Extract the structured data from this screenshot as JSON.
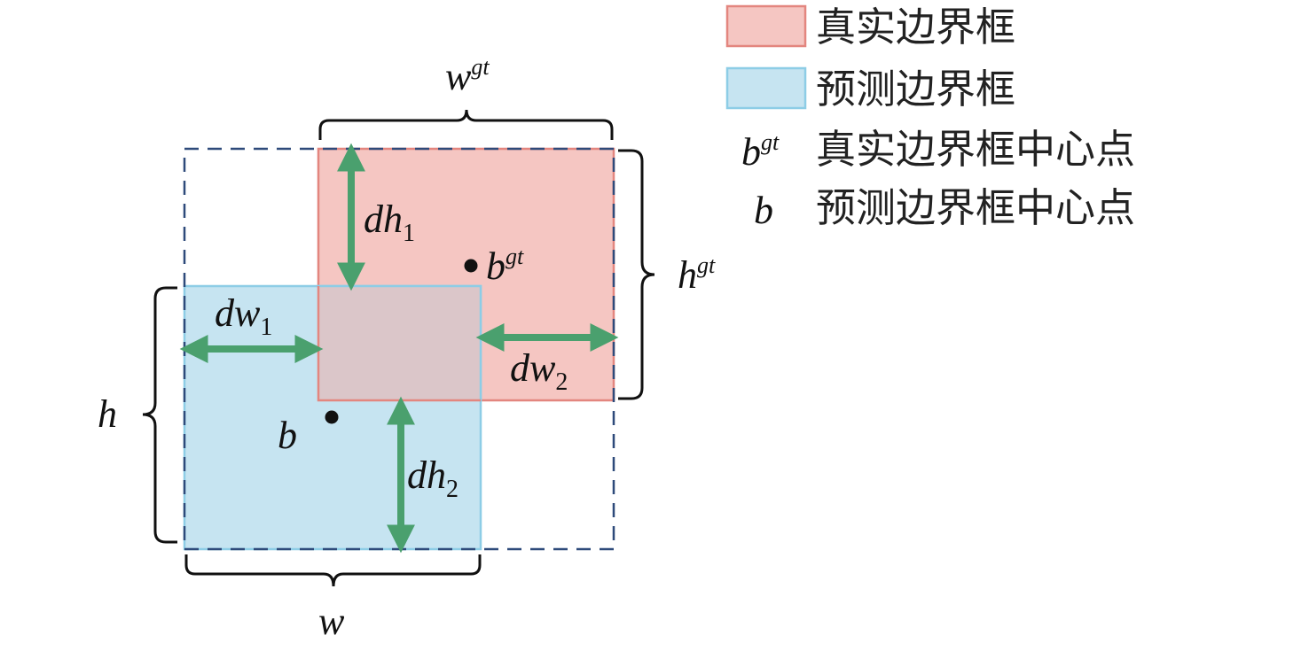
{
  "colors": {
    "ground_truth_fill": "#f5c6c2",
    "ground_truth_stroke": "#e3867f",
    "predicted_fill": "#c6e4f1",
    "predicted_stroke": "#8dcde6",
    "overlap_fill": "#dbc6c9",
    "union_dash": "#2e4a7a",
    "arrow": "#4aa06e",
    "brace": "#111111",
    "point": "#111111"
  },
  "labels": {
    "w_gt": {
      "base": "w",
      "sup": "gt"
    },
    "h_gt": {
      "base": "h",
      "sup": "gt"
    },
    "b_gt": {
      "base": "b",
      "sup": "gt"
    },
    "b": "b",
    "h": "h",
    "w": "w",
    "dh1": {
      "base": "dh",
      "sub": "1"
    },
    "dh2": {
      "base": "dh",
      "sub": "2"
    },
    "dw1": {
      "base": "dw",
      "sub": "1"
    },
    "dw2": {
      "base": "dw",
      "sub": "2"
    }
  },
  "legend": {
    "ground_truth_box": "真实边界框",
    "predicted_box": "预测边界框",
    "gt_center": {
      "symbol": {
        "base": "b",
        "sup": "gt"
      },
      "text": "真实边界框中心点"
    },
    "pred_center": {
      "symbol": "b",
      "text": "预测边界框中心点"
    }
  }
}
